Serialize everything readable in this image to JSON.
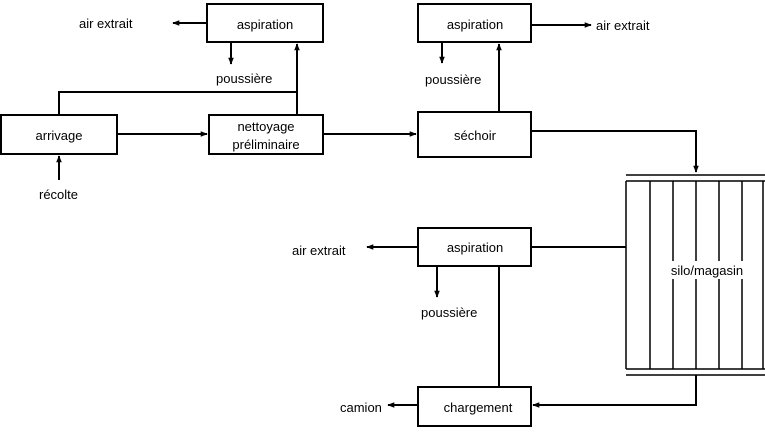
{
  "nodes": {
    "aspiration_1": "aspiration",
    "aspiration_2": "aspiration",
    "aspiration_3": "aspiration",
    "arrivage": "arrivage",
    "nettoyage_line1": "nettoyage",
    "nettoyage_line2": "préliminaire",
    "sechoir": "séchoir",
    "silo": "silo/magasin",
    "chargement": "chargement"
  },
  "labels": {
    "air_extrait_1": "air extrait",
    "air_extrait_2": "air extrait",
    "air_extrait_3": "air extrait",
    "poussiere_1": "poussière",
    "poussiere_2": "poussière",
    "poussiere_3": "poussière",
    "recolte": "récolte",
    "camion": "camion"
  },
  "colors": {
    "stroke": "#000000",
    "background": "#ffffff"
  }
}
